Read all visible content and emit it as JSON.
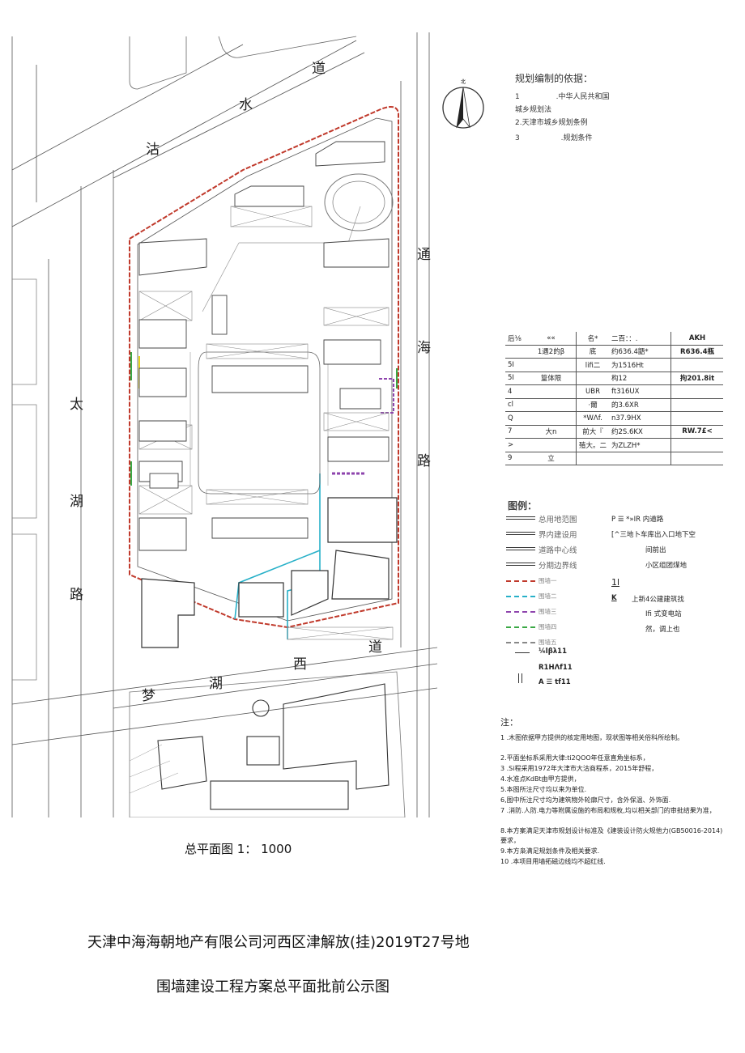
{
  "roads": {
    "guhai": [
      "沽",
      "水",
      "道"
    ],
    "tonghai": [
      "通",
      "海",
      "路"
    ],
    "taihu": [
      "太",
      "湖",
      "路"
    ],
    "menghu": [
      "梦",
      "湖",
      "西",
      "道"
    ]
  },
  "north_label": "北",
  "basis": {
    "title": "规划编制的依据：",
    "items": [
      {
        "num": "1",
        "text": ".中华人民共和国"
      },
      {
        "num": "",
        "text": "城乡规划法"
      },
      {
        "num": "",
        "text": "2.天津市城乡规划条例"
      },
      {
        "num": "3",
        "text": ".规划条件"
      }
    ]
  },
  "econ_table": {
    "rows": [
      [
        "后⅛",
        "««",
        "名*",
        "二百：：.",
        "AKH"
      ],
      [
        "",
        "1遇2的β",
        "底",
        "约636.4鼯*",
        "R636.4瓶"
      ],
      [
        "5I",
        "",
        "lifi二",
        "为1516Ht",
        ""
      ],
      [
        "5I",
        "篁体限",
        "",
        "构12",
        "拘201.8it"
      ],
      [
        "4",
        "",
        "UBR",
        "ft316UX",
        ""
      ],
      [
        "cl",
        "",
        "·爾",
        "的3.6XR",
        ""
      ],
      [
        "Q",
        "",
        "*WΛf.",
        "n37.9HX",
        ""
      ],
      [
        "7",
        "大n",
        "前大『",
        "约2S.6KX",
        "RW.7£<"
      ],
      [
        ">",
        "",
        "殖大。二",
        "为ZLZH*",
        ""
      ],
      [
        "9",
        "立",
        "",
        "",
        ""
      ]
    ]
  },
  "legend": {
    "title": "图例：",
    "items": [
      {
        "label": "总用地范围",
        "color": "#333333"
      },
      {
        "label": "界内建设用",
        "color": "#333333"
      },
      {
        "label": "道路中心线",
        "color": "#333333"
      },
      {
        "label": "分期边界线",
        "color": "#333333"
      },
      {
        "label": "围墙一",
        "color": "#c0392b"
      },
      {
        "label": "围墙二",
        "color": "#27b0c8"
      },
      {
        "label": "围墙三",
        "color": "#8e44ad"
      },
      {
        "label": "围墙四",
        "color": "#3aa845"
      },
      {
        "label": "围墙五",
        "color": "#888888"
      }
    ],
    "right_items": [
      "P ☰ *»IR 内道路",
      "[^三地卜车库出入口地下空",
      "间前出",
      "小区组团煤地",
      "1l",
      "K",
      "上新4公建建筑找",
      "Ifi 式变电站",
      "然，调上也"
    ],
    "symbols": [
      "¼lβλ11",
      "R1HΛf11",
      "A ☰ tf11"
    ]
  },
  "notes": {
    "title": "注：",
    "items": [
      "1          .木图依据甲方提供的核定用地图，现状图等相关俗科所绘制。",
      "2.平面坐标系采用大律:ti2QOO年任意直角坐标系，",
      "3          .Si程采用1972年大津市大沽商程系，2015年舒程，",
      "4.水准点KdBt由甲方提供，",
      "5.本图所注尺寸均以来为单位.",
      "6,图中所注尺寸均为建筑物外轮廓尺寸，含外保温、外饰面.",
      "7  .消防.人防.电力等附属设施的布局和规枚,均以相关部门的审批结果为准，",
      "8.本方案满足天津市规划设计标准及《建装设计防火规他力(GB50016-2014)要求，",
      "9.本方枭满足规划条件及相关要求.",
      "10         .本项目用墙拓磁边线均不超红线."
    ]
  },
  "scale_caption": "总平面图 1： 1000",
  "main_title": {
    "line1": "天津中海海朝地产有限公司河西区津解放(挂)2019T27号地",
    "line2": "围墙建设工程方案总平面批前公示图"
  },
  "colors": {
    "wall_red": "#c0392b",
    "wall_cyan": "#27b0c8",
    "wall_purple": "#8e44ad",
    "wall_green": "#3aa845",
    "wall_yellow": "#e6d21c"
  }
}
